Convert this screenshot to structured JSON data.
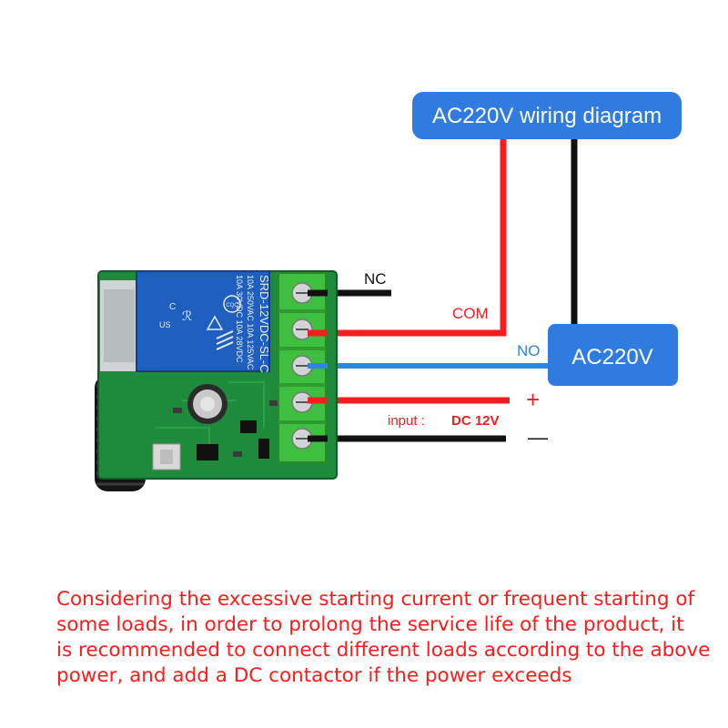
{
  "title_box": {
    "label": "AC220V wiring diagram"
  },
  "source_box": {
    "label": "AC220V"
  },
  "terminals": {
    "nc": "NC",
    "com": "COM",
    "no": "NO",
    "plus": "+",
    "minus": "—",
    "input_label": "input :",
    "input_value": "DC 12V"
  },
  "relay": {
    "line1": "SRD-12VDC-SL-C",
    "line2": "10A 250VAC 10A 125VAC",
    "line3": "10A 30VDC 10A 28VDC",
    "cqc": "CQC",
    "us": "US",
    "c": "C"
  },
  "note_lines": [
    "Considering the excessive starting current or frequent starting of",
    "some loads, in order to prolong the service life of the product, it",
    "is recommended to connect different loads according to the above",
    "power, and add a DC contactor if the power exceeds"
  ],
  "colors": {
    "accent_blue": "#2f7be0",
    "wire_red": "#f51d1d",
    "wire_black": "#111111",
    "wire_blue": "#2e86e0",
    "pcb_green": "#1e8a3c",
    "terminal_green": "#3fbf3f",
    "relay_blue": "#1f5fc0",
    "note_red": "#ff1a1a"
  }
}
